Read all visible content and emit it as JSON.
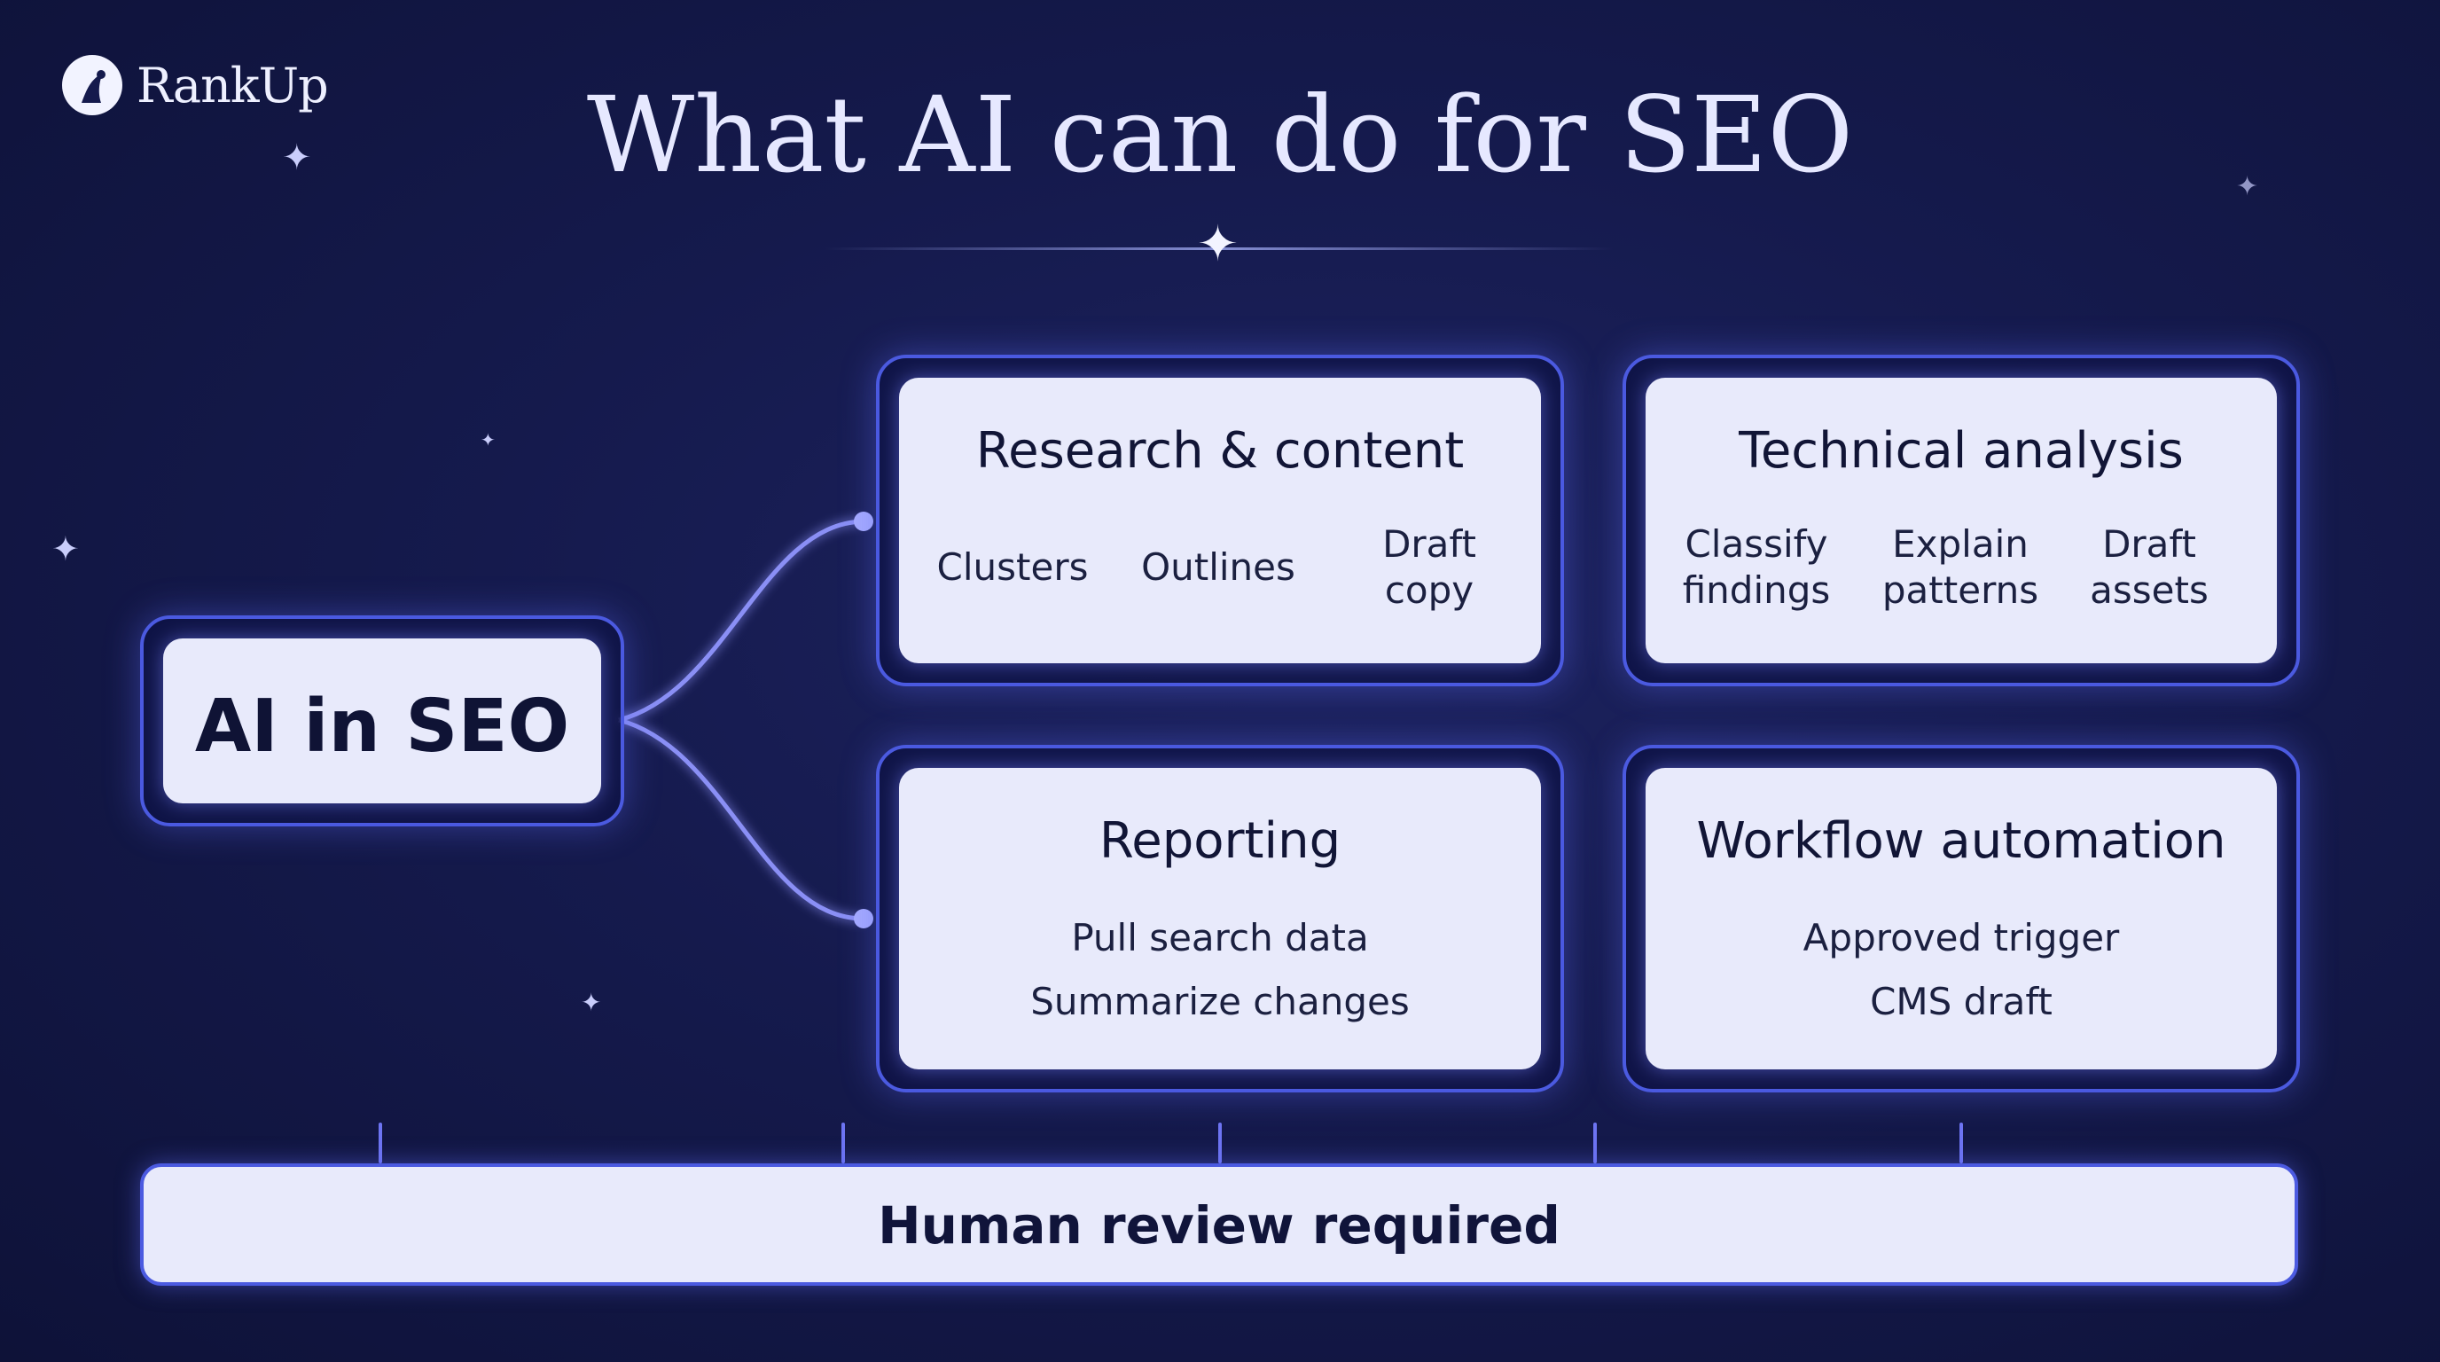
{
  "brand": {
    "name": "RankUp",
    "icon": "rankup-logo-icon"
  },
  "title": "What AI can do for SEO",
  "center_node": {
    "label": "AI in SEO"
  },
  "cards": [
    {
      "title": "Research & content",
      "items": [
        "Clusters",
        "Outlines",
        "Draft copy"
      ]
    },
    {
      "title": "Technical analysis",
      "items": [
        "Classify findings",
        "Explain patterns",
        "Draft assets"
      ]
    },
    {
      "title": "Reporting",
      "items": [
        "Pull search data",
        "Summarize changes"
      ]
    },
    {
      "title": "Workflow automation",
      "items": [
        "Approved trigger",
        "CMS draft"
      ]
    }
  ],
  "footer": {
    "label": "Human review required"
  },
  "colors": {
    "background": "#151a4d",
    "accent": "#4b5ae0",
    "card": "#e8eafb",
    "text": "#111536",
    "connector": "#8a8ff5"
  }
}
